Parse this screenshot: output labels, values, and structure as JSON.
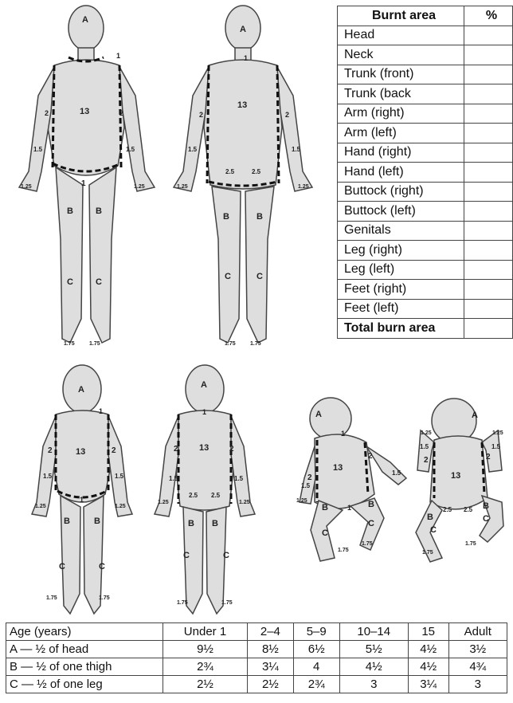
{
  "burn_table": {
    "header_area": "Burnt area",
    "header_pct": "%",
    "rows": [
      "Head",
      "Neck",
      "Trunk (front)",
      "Trunk (back",
      "Arm (right)",
      "Arm (left)",
      "Hand (right)",
      "Hand (left)",
      "Buttock (right)",
      "Buttock (left)",
      "Genitals",
      "Leg (right)",
      "Leg (left)",
      "Feet (right)",
      "Feet (left)"
    ],
    "total": "Total burn area"
  },
  "age_table": {
    "headers": [
      "Age (years)",
      "Under 1",
      "2–4",
      "5–9",
      "10–14",
      "15",
      "Adult"
    ],
    "rows": [
      {
        "label": "A — ½ of head",
        "values": [
          "9½",
          "8½",
          "6½",
          "5½",
          "4½",
          "3½"
        ]
      },
      {
        "label": "B — ½ of one thigh",
        "values": [
          "2¾",
          "3¼",
          "4",
          "4½",
          "4½",
          "4¾"
        ]
      },
      {
        "label": "C — ½ of one leg",
        "values": [
          "2½",
          "2½",
          "2¾",
          "3",
          "3¼",
          "3"
        ]
      }
    ]
  },
  "figure_labels": {
    "a": "A",
    "b": "B",
    "c": "C",
    "one": "1",
    "two": "2",
    "thirteen": "13",
    "one_half": "1.5",
    "one_quarter": "1.25",
    "one_three_quarter": "1.75",
    "two_half": "2.5"
  }
}
